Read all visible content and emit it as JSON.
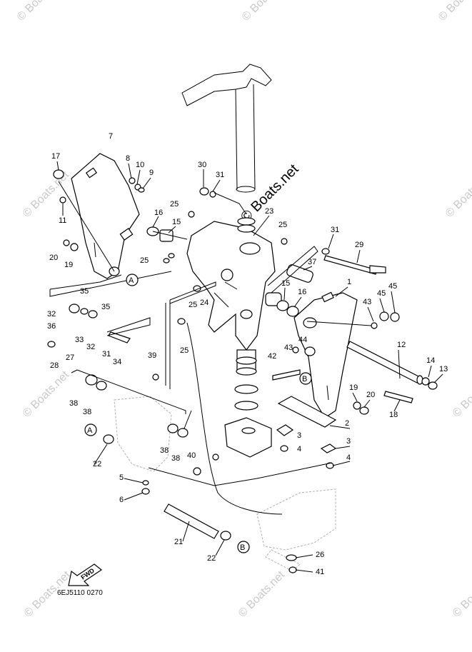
{
  "watermark": {
    "center": "© Boats.net",
    "corner": "© Boats.net"
  },
  "labels": {
    "p1": "1",
    "p2": "2",
    "p3": "3",
    "p3b": "3",
    "p4": "4",
    "p4b": "4",
    "p5": "5",
    "p6": "6",
    "p7": "7",
    "p8": "8",
    "p9": "9",
    "p10": "10",
    "p11": "11",
    "p12": "12",
    "p13": "13",
    "p14": "14",
    "p15": "15",
    "p15b": "15",
    "p16": "16",
    "p16b": "16",
    "p17": "17",
    "p18": "18",
    "p19": "19",
    "p19b": "19",
    "p20": "20",
    "p20b": "20",
    "p21": "21",
    "p22": "22",
    "p22b": "22",
    "p23": "23",
    "p24": "24",
    "p25a": "25",
    "p25b": "25",
    "p25c": "25",
    "p25d": "25",
    "p25e": "25",
    "p26": "26",
    "p27": "27",
    "p28": "28",
    "p29": "29",
    "p30": "30",
    "p31a": "31",
    "p31b": "31",
    "p31c": "31",
    "p32a": "32",
    "p32b": "32",
    "p33": "33",
    "p34": "34",
    "p35a": "35",
    "p35b": "35",
    "p36": "36",
    "p37": "37",
    "p38a": "38",
    "p38b": "38",
    "p38c": "38",
    "p38d": "38",
    "p39": "39",
    "p40": "40",
    "p41": "41",
    "p42": "42",
    "p43a": "43",
    "p43b": "43",
    "p44": "44",
    "p45a": "45",
    "p45b": "45"
  },
  "callouts": {
    "a1": "A",
    "a2": "A",
    "b1": "B",
    "b2": "B"
  },
  "fwd": "FWD",
  "code": "6EJ5110  0270"
}
